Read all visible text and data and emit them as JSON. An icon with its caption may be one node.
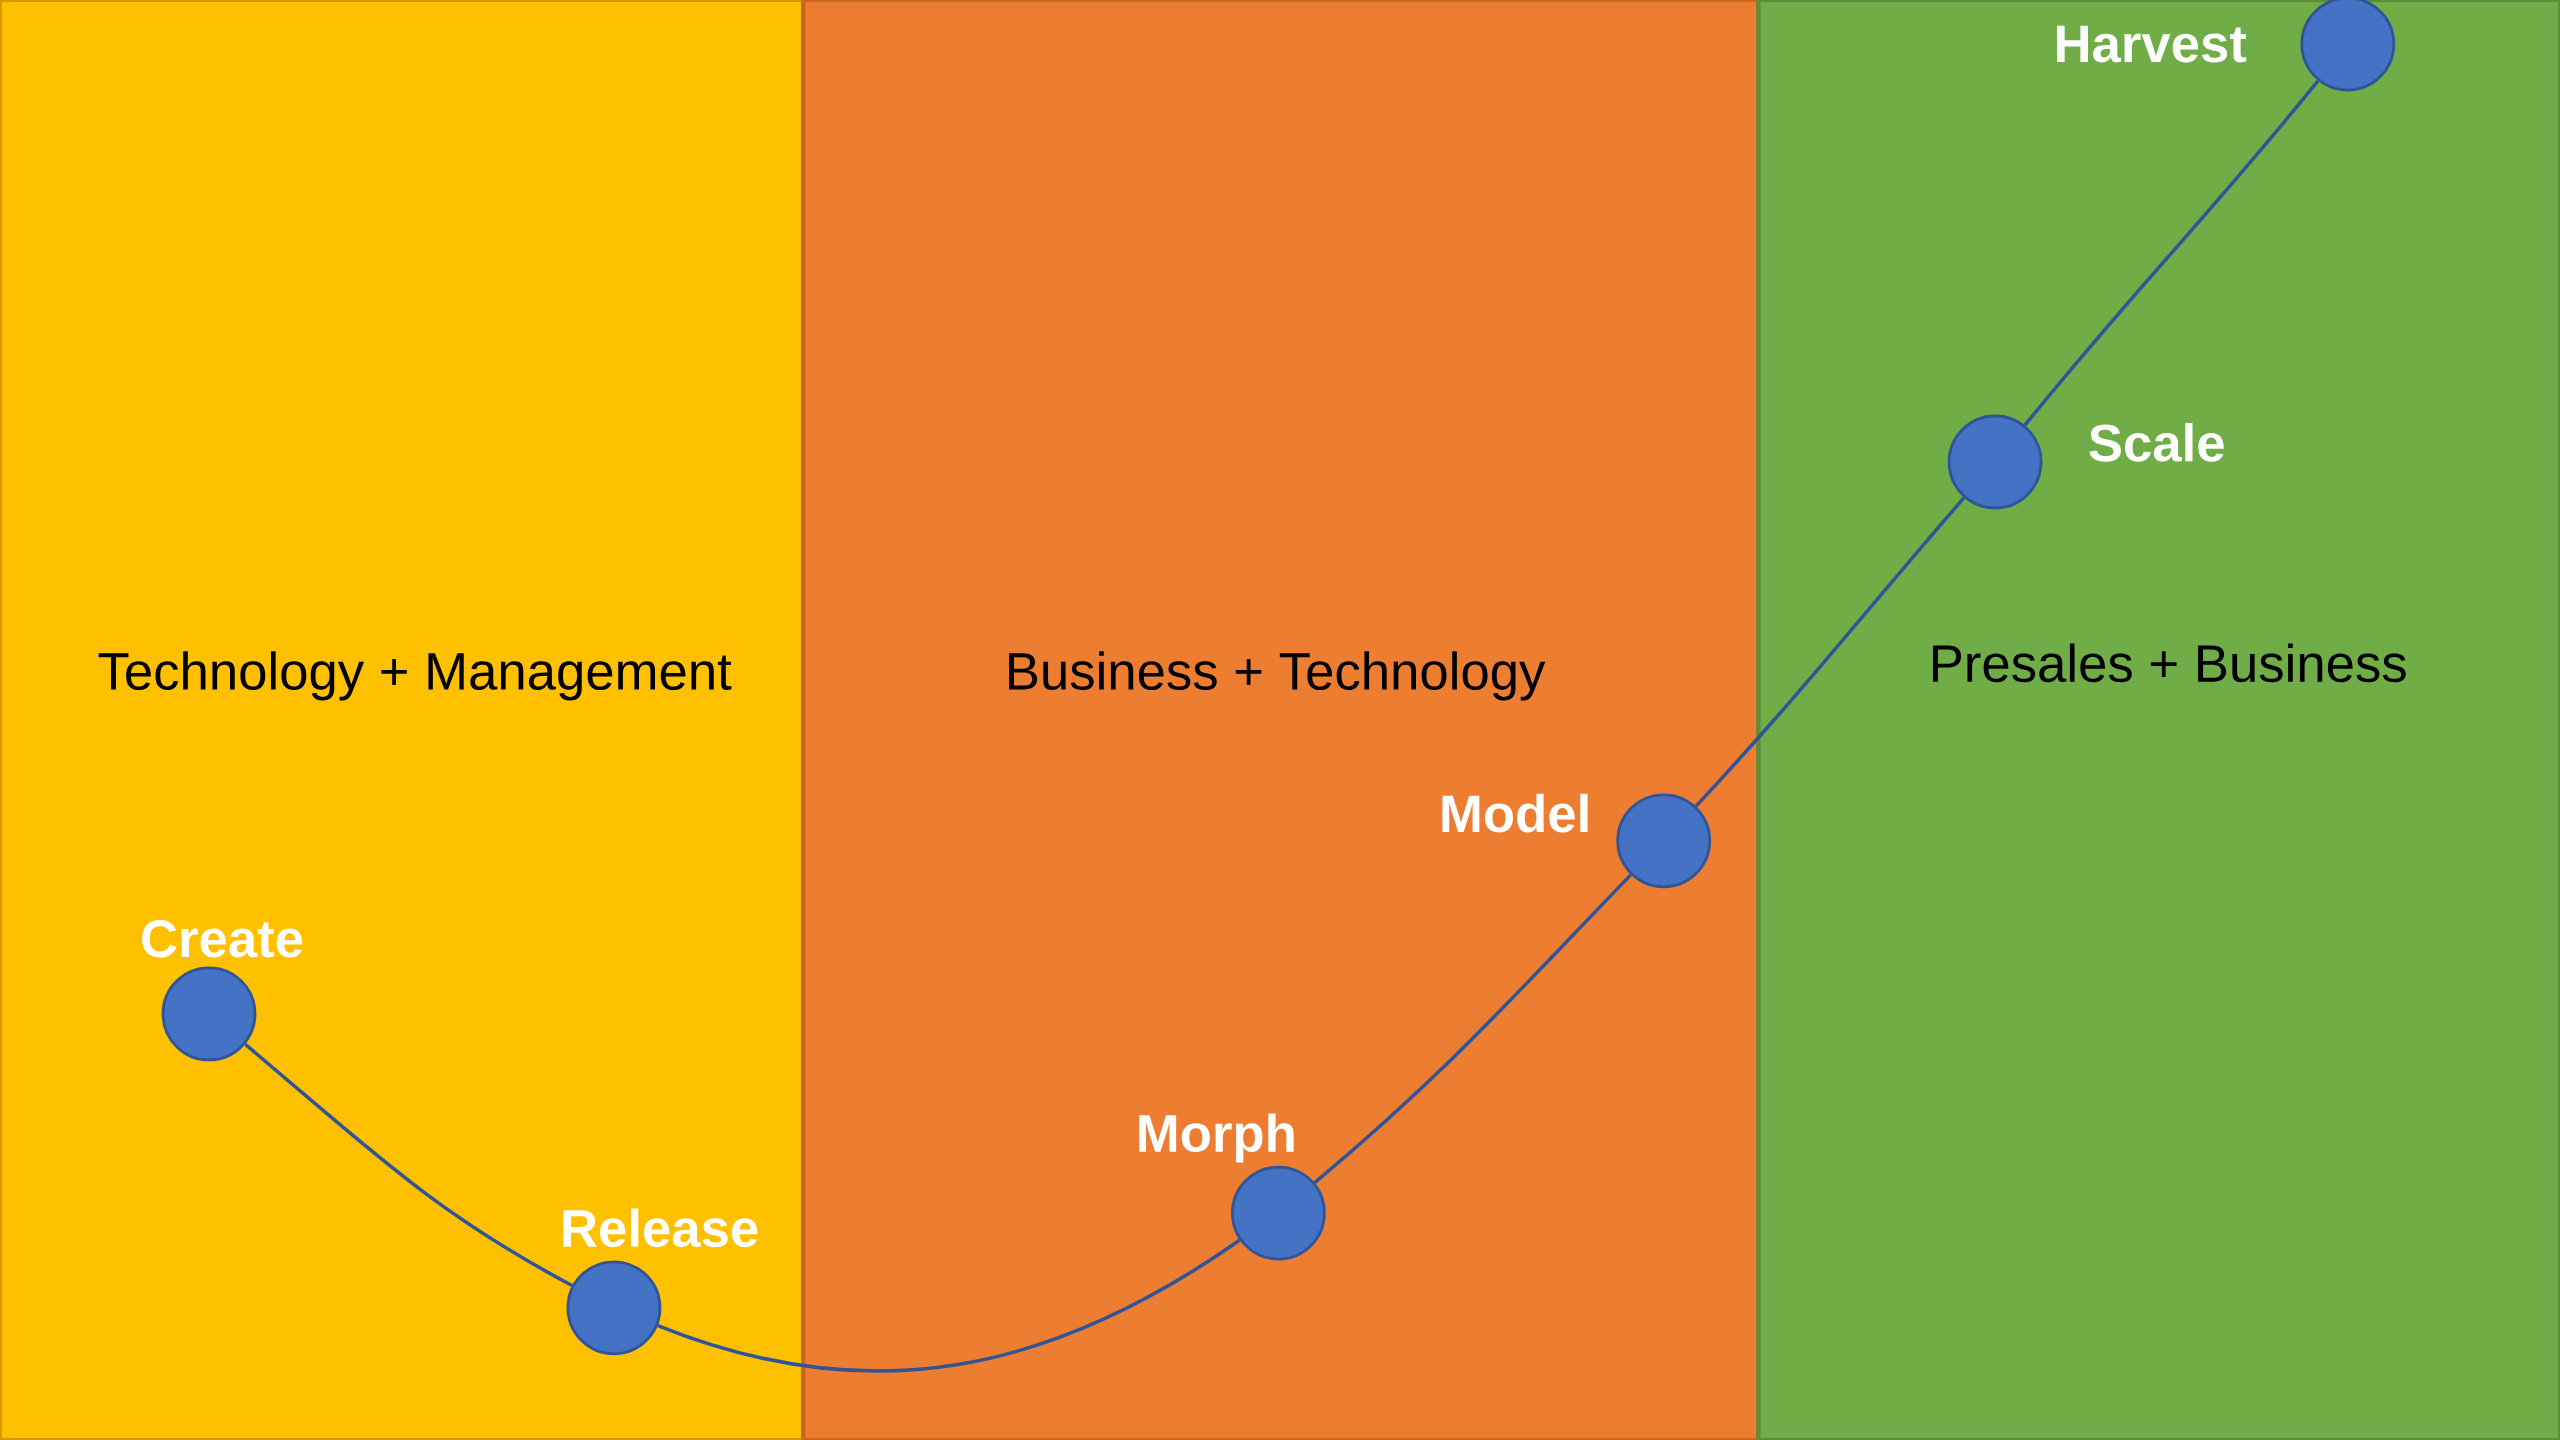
{
  "diagram": {
    "nodes": [
      {
        "text": [
          "Technology + Management"
        ]
      },
      {
        "text": [
          "Business + Technology"
        ]
      },
      {
        "text": [
          "Presales + Business"
        ]
      },
      {
        "text": [],
        "shape": "circle",
        "beside": [
          "Create"
        ],
        "in": 0
      },
      {
        "text": [],
        "shape": "circle",
        "beside": [
          "Release"
        ],
        "in": 0
      },
      {
        "text": [],
        "shape": "circle",
        "beside": [
          "Morph"
        ],
        "in": 1
      },
      {
        "text": [],
        "shape": "circle",
        "beside": [
          "Model"
        ],
        "in": 1
      },
      {
        "text": [],
        "shape": "circle",
        "beside": [
          "Scale"
        ],
        "in": 2
      },
      {
        "text": [],
        "shape": "circle",
        "beside": [
          "Harvest"
        ],
        "in": 2
      }
    ],
    "edges": [
      {
        "from": 3,
        "to": 4,
        "arrow": "none"
      },
      {
        "from": 4,
        "to": 5,
        "arrow": "none"
      },
      {
        "from": 5,
        "to": 6,
        "arrow": "none"
      },
      {
        "from": 6,
        "to": 7,
        "arrow": "none"
      },
      {
        "from": 7,
        "to": 8,
        "arrow": "none"
      }
    ]
  }
}
